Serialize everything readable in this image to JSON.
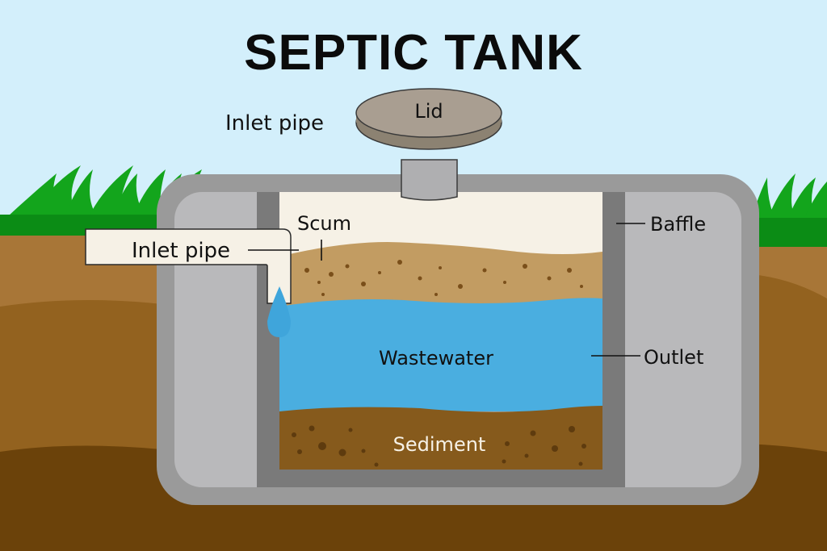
{
  "title": "SEPTIC TANK",
  "labels": {
    "lid": "Lid",
    "inlet_pipe_top": "Inlet pipe",
    "inlet_pipe": "Inlet pipe",
    "scum": "Scum",
    "baffle": "Baffle",
    "wastewater": "Wastewater",
    "outlet": "Outlet",
    "sediment": "Sediment"
  },
  "colors": {
    "sky": "#d3effb",
    "grass": "#13a51c",
    "grass_dark": "#0b8c15",
    "soil_top": "#a87637",
    "soil_mid": "#93621f",
    "soil_deep": "#6b420a",
    "tank_shell": "#9a9a9a",
    "tank_inner": "#b9b9bb",
    "baffle": "#7a7a7a",
    "scum_top": "#f6f1e6",
    "scum": "#c29c62",
    "water": "#4aaee0",
    "sediment": "#865a1c",
    "lid": "#a99e91"
  }
}
